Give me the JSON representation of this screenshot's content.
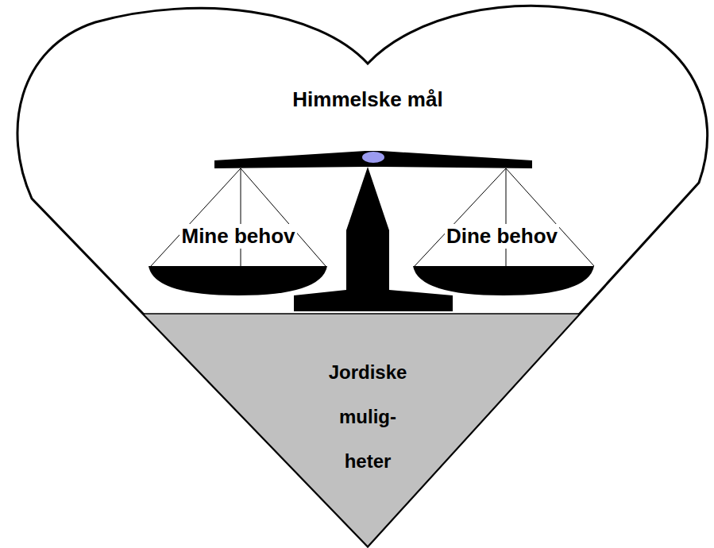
{
  "diagram": {
    "nodes": [
      {
        "text": [
          "Himmelske mål"
        ]
      },
      {
        "text": [
          "Jordiske mulig- heter"
        ],
        "in": 0
      }
    ],
    "labels": [
      "Mine behov",
      "Dine behov"
    ]
  }
}
